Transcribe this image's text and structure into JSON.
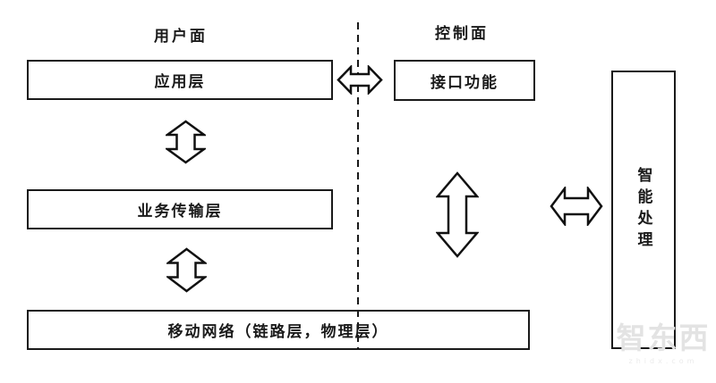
{
  "diagram": {
    "planes": {
      "user_plane_label": "用户面",
      "control_plane_label": "控制面"
    },
    "boxes": {
      "application_layer": "应用层",
      "interface_function": "接口功能",
      "service_transport_layer": "业务传输层",
      "mobile_network": "移动网络（链路层，物理层）",
      "intelligent_processing": "智能处理"
    },
    "icons": {
      "horizontal_double_arrow": "double-headed-horizontal-arrow",
      "vertical_double_arrow": "double-headed-vertical-arrow"
    },
    "colors": {
      "line": "#1a1a1a",
      "background": "#ffffff",
      "watermark": "#e3e3e3"
    },
    "watermark": {
      "logo": "智东西",
      "domain": "zhidx.com"
    }
  }
}
